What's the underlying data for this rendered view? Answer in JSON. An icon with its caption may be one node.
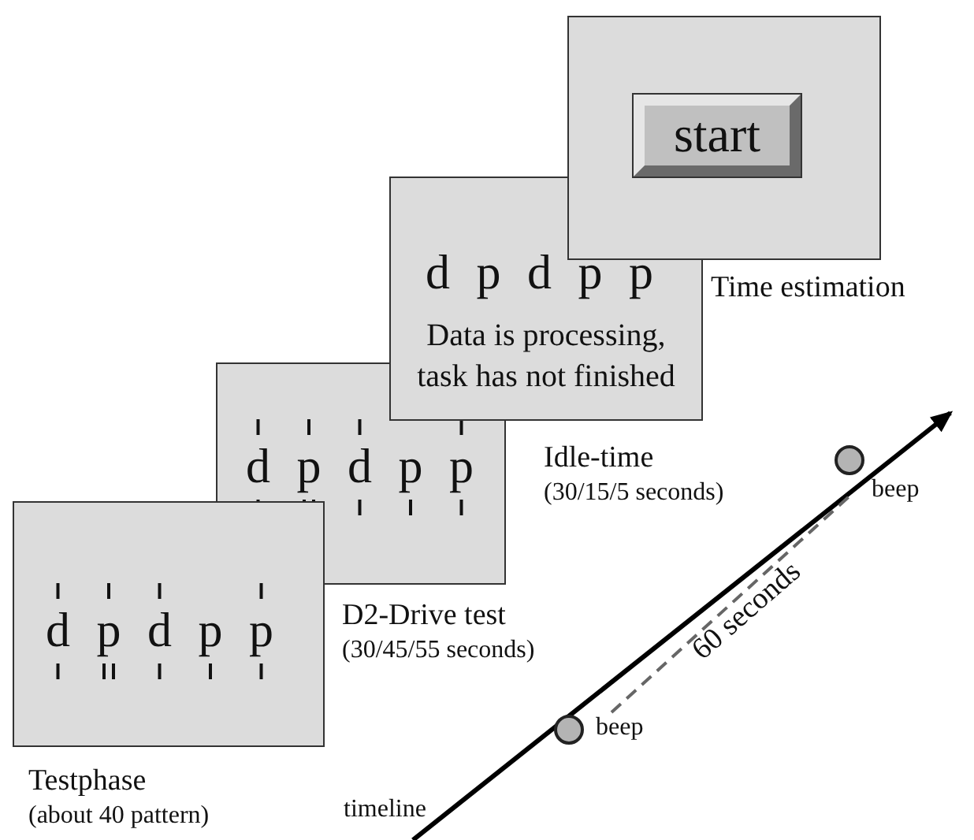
{
  "diagram": {
    "nodes": [
      {
        "text": [
          "d p d p p"
        ],
        "beside": [
          "Testphase",
          "(about 40 pattern)"
        ]
      },
      {
        "text": [
          "d p d p p"
        ],
        "beside": [
          "D2-Drive test",
          "(30/45/55 seconds)"
        ]
      },
      {
        "text": [
          "d p d p p",
          "Data is processing, task has not finished"
        ],
        "beside": [
          "Idle-time",
          "(30/15/5 seconds)"
        ]
      },
      {
        "text": [],
        "shape": "box",
        "beside": [
          "Time estimation"
        ]
      },
      {
        "text": [
          "start"
        ],
        "in": 3
      },
      {
        "text": [],
        "shape": "circle",
        "beside": [
          "beep"
        ]
      },
      {
        "text": [],
        "shape": "circle",
        "beside": [
          "beep"
        ]
      }
    ],
    "labels": [
      "60 seconds",
      "timeline"
    ]
  }
}
